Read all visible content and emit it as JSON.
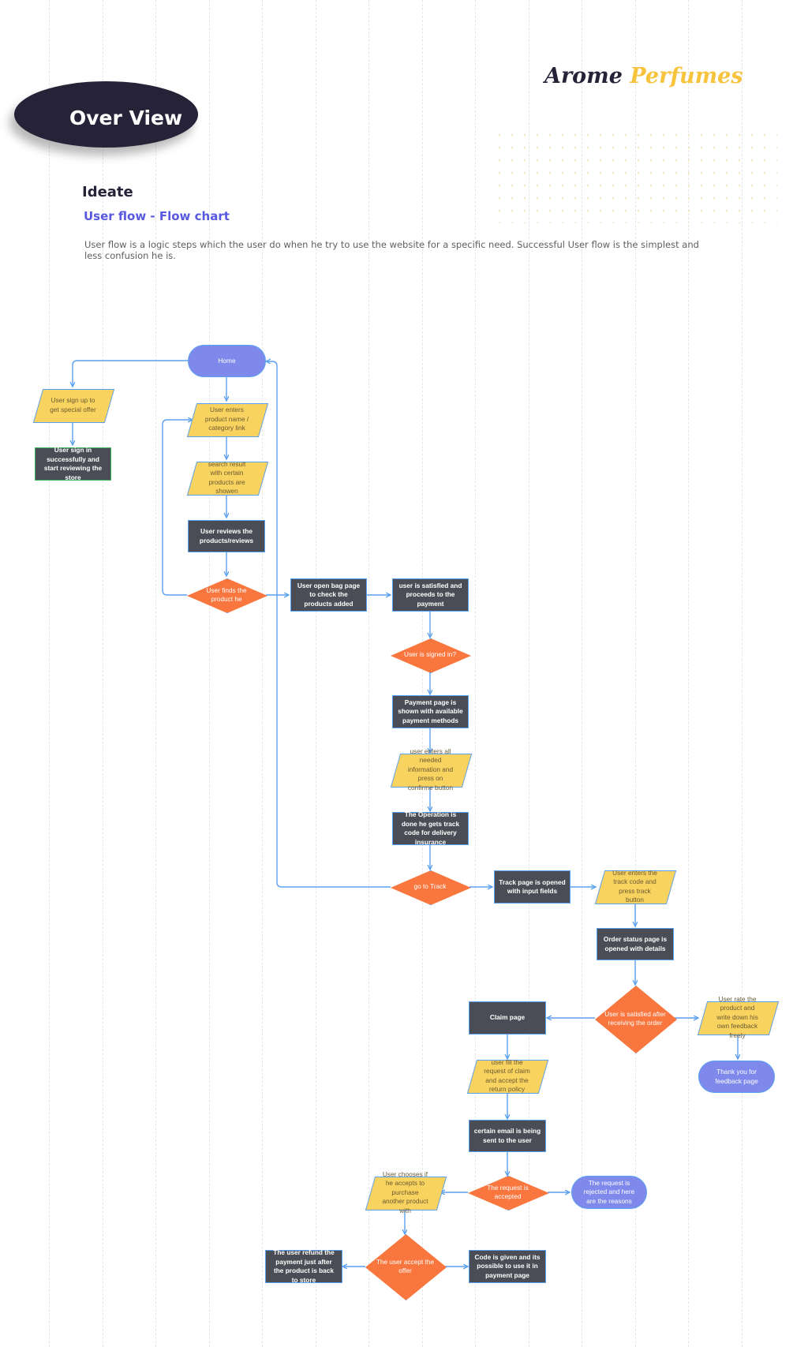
{
  "header": {
    "overview_title": "Over View",
    "brand_part1": "Arome",
    "brand_part2": "Perfumes"
  },
  "section": {
    "title": "Ideate",
    "subtitle": "User flow - Flow chart",
    "description": "User flow is a logic steps which the user do when he try to use the website for a specific need. Successful User flow is the simplest and less confusion he is."
  },
  "colors": {
    "navy": "#262338",
    "brand_yellow": "#f7c33c",
    "subtitle_blue": "#5858e0",
    "process_dark": "#4a4d55",
    "input_yellow": "#f9d35f",
    "decision_orange": "#f9763e",
    "terminal_purple": "#7f89ec",
    "connector_blue": "#5aa0f0"
  },
  "flowchart": {
    "nodes": {
      "home": "Home",
      "signup": "User sign up to get special offer",
      "signin": "User sign in successfully and start reviewing the store",
      "enters_link": "User enters product name / category link",
      "search_result": "search result with certain products are showen",
      "reviews": "User reviews the products/reviews",
      "finds": "User finds the product he",
      "bag": "User open bag page to check the products added",
      "satisfied_pay": "user is satisfied and proceeds to the payment",
      "signed_in": "User is signed in?",
      "payment_page": "Payment page is shown with available payment methods",
      "enters_info": "user enters all needed information and press on confirme button",
      "operation_done": "The Operation is done he gets track code for delivery insurance",
      "go_track": "go to Track",
      "track_page": "Track page is opened with input fields",
      "enter_track_code": "User enters the track code and press track button",
      "order_status": "Order status page is opened with details",
      "satisfied_order": "User is satisfied after receiving the order",
      "rate_product": "User rate the product and write down his own feedback freely",
      "thank_you": "Thank you for feedback page",
      "claim_page": "Claim page",
      "fill_claim": "user fill the request of claim and accept the return policy",
      "email_sent": "certain email is being sent to the user",
      "request_accepted": "The request is accepted",
      "request_rejected": "The request is rejected and here are the reasons",
      "chooses_another": "User chooses if he accepts to purchase another product with",
      "accept_offer": "The user accept the offer",
      "refund": "The user refund the payment just after the product is back to store",
      "code_given": "Code is given and its possible to use it in payment page"
    }
  }
}
